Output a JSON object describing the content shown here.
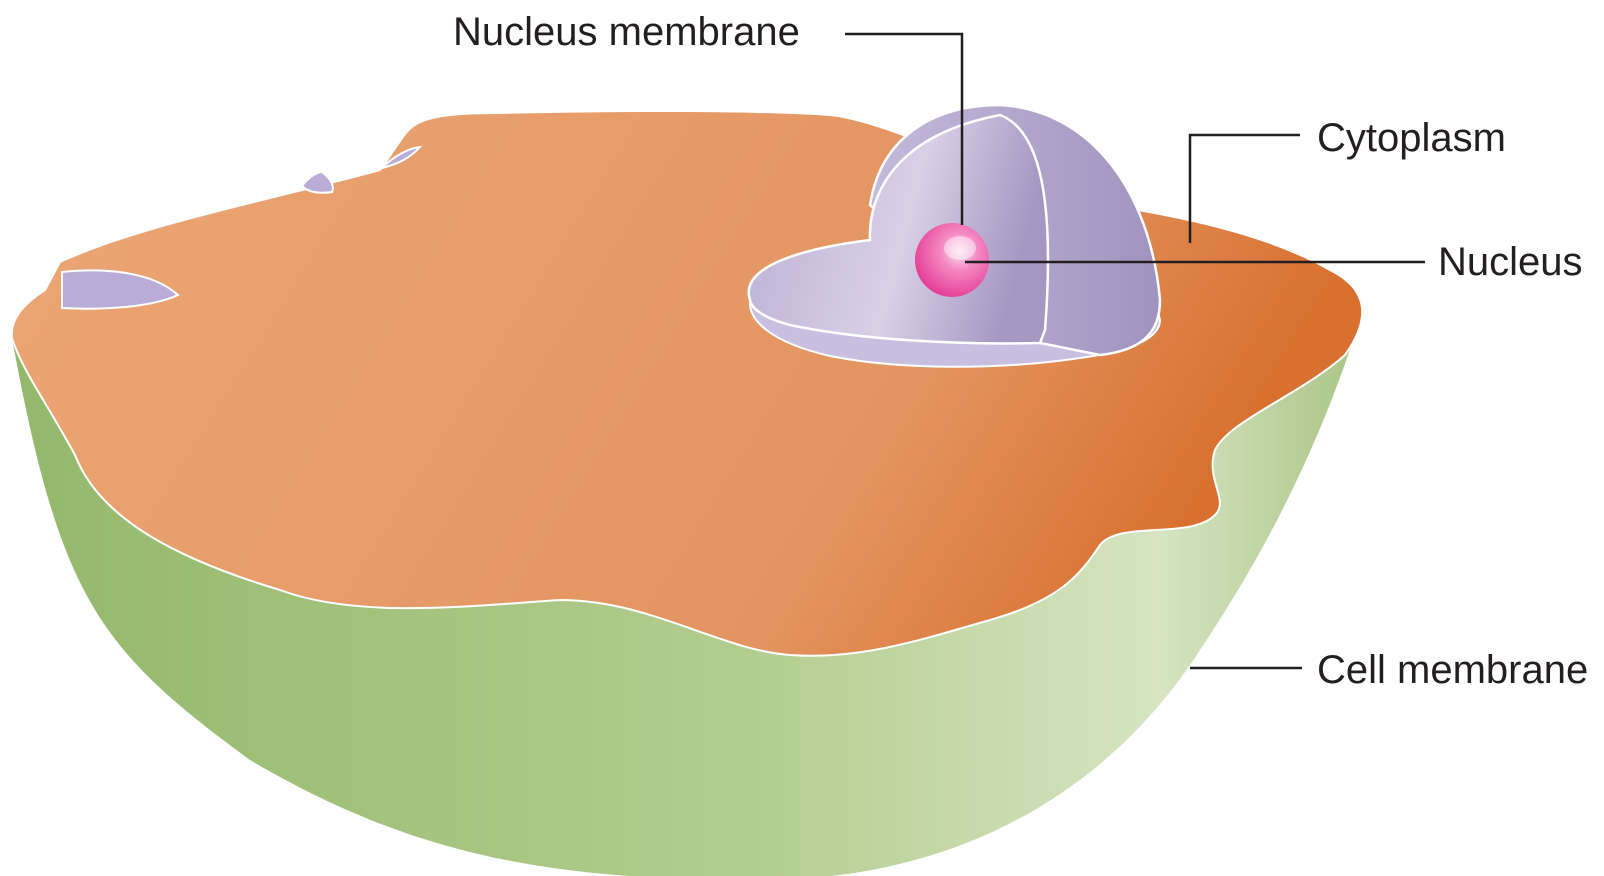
{
  "labels": {
    "nucleus_membrane": "Nucleus membrane",
    "cytoplasm": "Cytoplasm",
    "nucleus": "Nucleus",
    "cell_membrane": "Cell membrane"
  },
  "colors": {
    "cytoplasm_light": "#eca676",
    "cytoplasm_dark": "#d8702f",
    "membrane_dark": "#93b86b",
    "membrane_light": "#d6e4c2",
    "nuclear_envelope_light": "#d9d0e6",
    "nuclear_envelope_dark": "#a596c2",
    "nucleus_pink": "#e9439f",
    "leader_line": "#231f20"
  }
}
